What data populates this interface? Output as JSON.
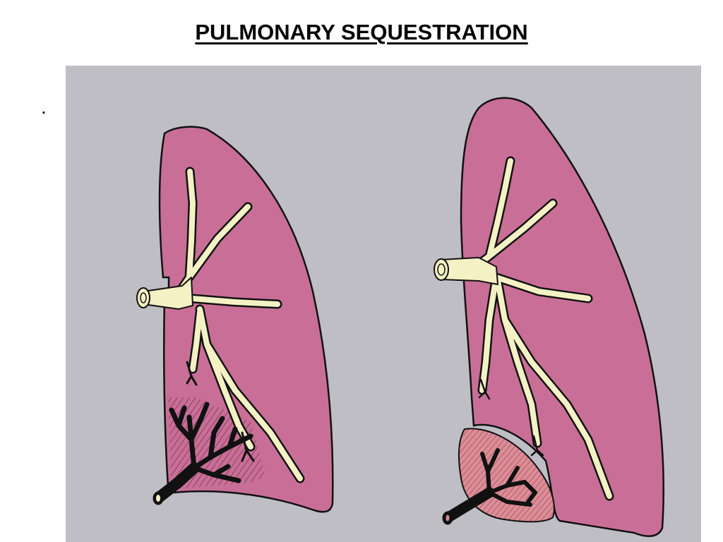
{
  "slide": {
    "title": "PULMONARY SEQUESTRATION",
    "bullet": "."
  },
  "colors": {
    "background": "#bfbec4",
    "lung_fill": "#c96f97",
    "lung_outline": "#111111",
    "airway_fill": "#f4f1c4",
    "sequestration_fill": "#d98a95",
    "vessel": "#111111"
  },
  "figure": {
    "panels": [
      "intralobar-sequestration",
      "extralobar-sequestration"
    ]
  }
}
